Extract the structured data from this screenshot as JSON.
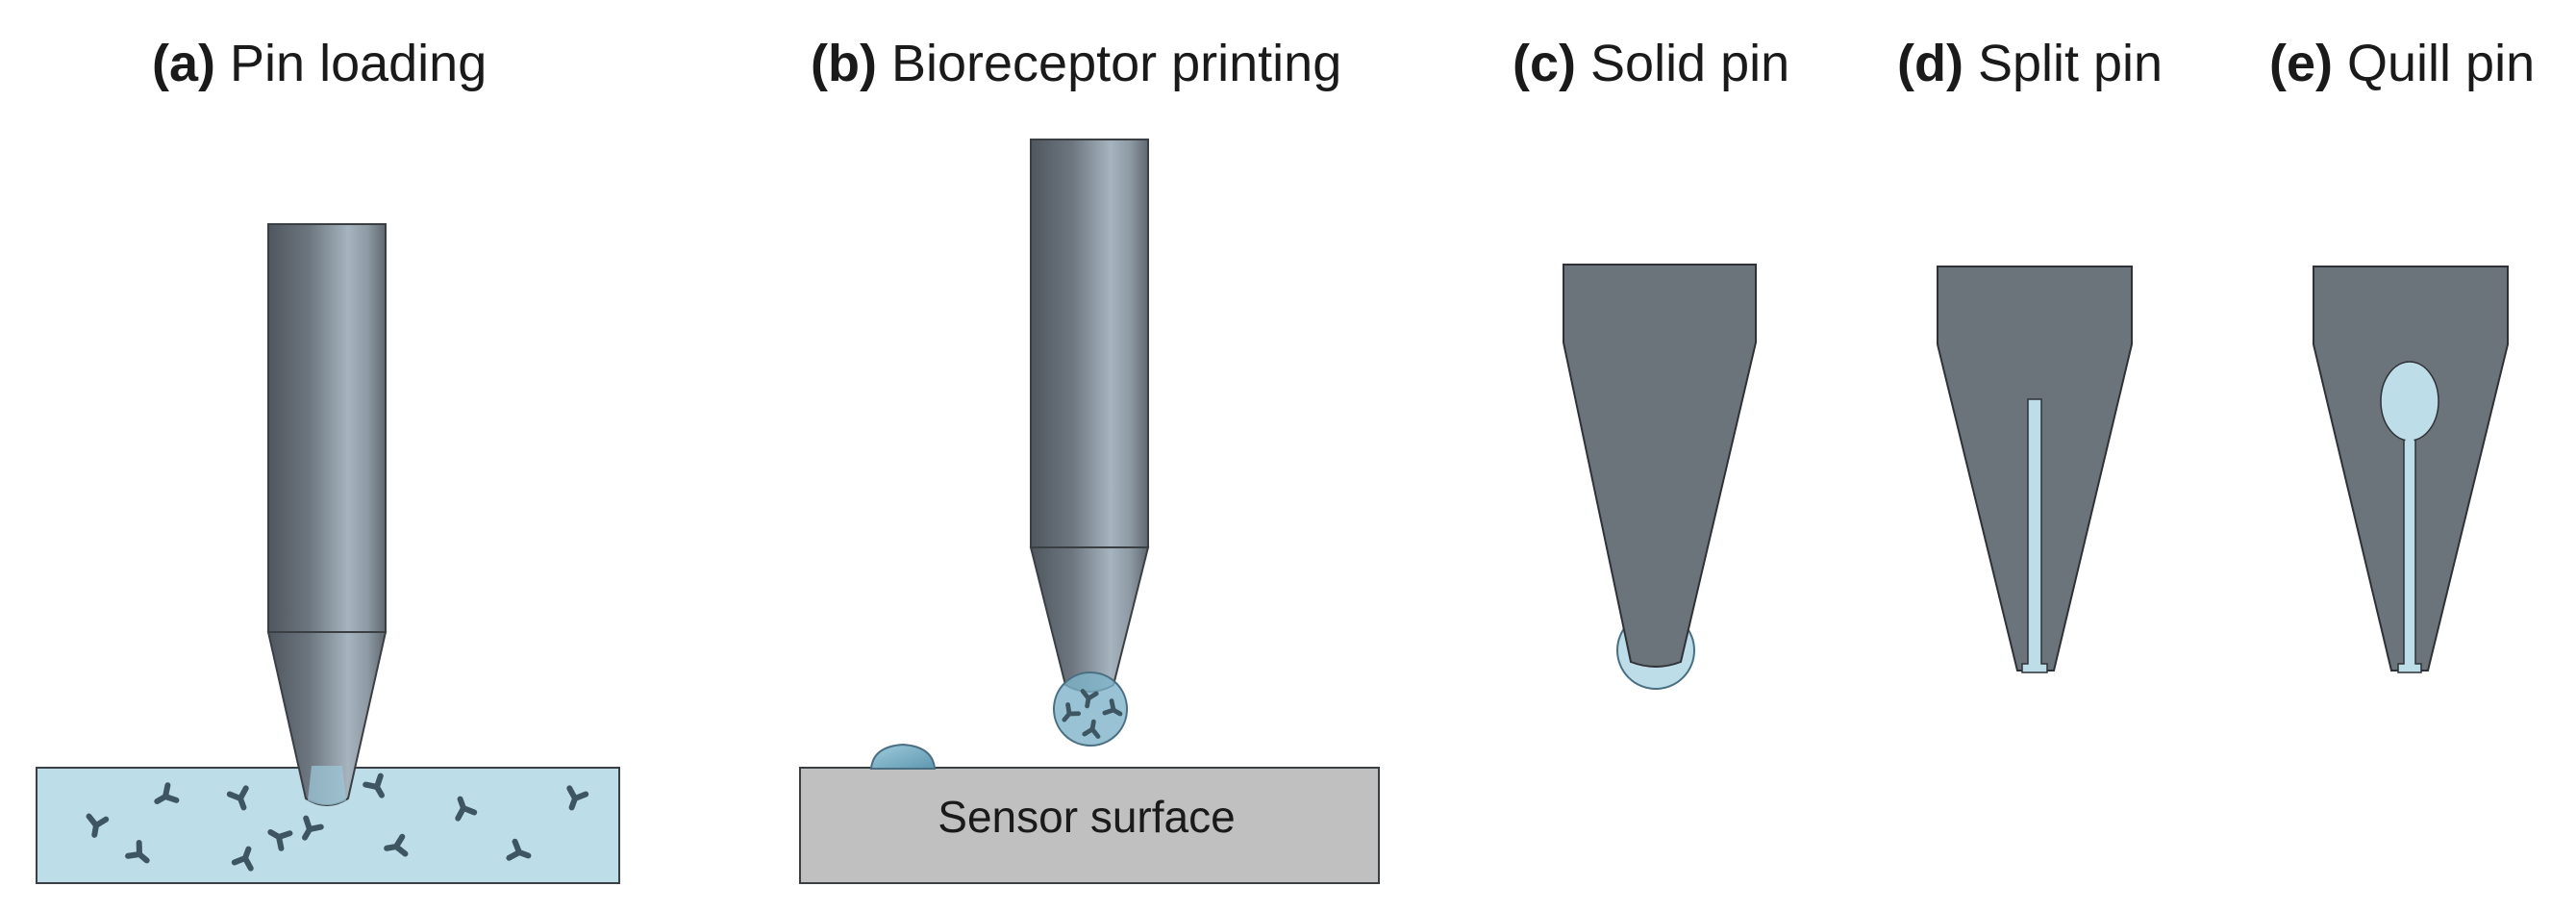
{
  "panels": {
    "a": {
      "tag": "(a)",
      "title": "Pin loading"
    },
    "b": {
      "tag": "(b)",
      "title": "Bioreceptor printing"
    },
    "c": {
      "tag": "(c)",
      "title": "Solid pin"
    },
    "d": {
      "tag": "(d)",
      "title": "Split pin"
    },
    "e": {
      "tag": "(e)",
      "title": "Quill pin"
    }
  },
  "surface_label": "Sensor surface",
  "colors": {
    "pin_dark": "#5d646c",
    "pin_light": "#a9b6c1",
    "pin_flat": "#6b737b",
    "liquid": "#bddde9",
    "liquid_edge": "#4a6f82",
    "surface": "#c0c0c0",
    "antibody": "#3e5562"
  },
  "icons": {
    "antibody": "y-shaped-antibody-icon"
  }
}
